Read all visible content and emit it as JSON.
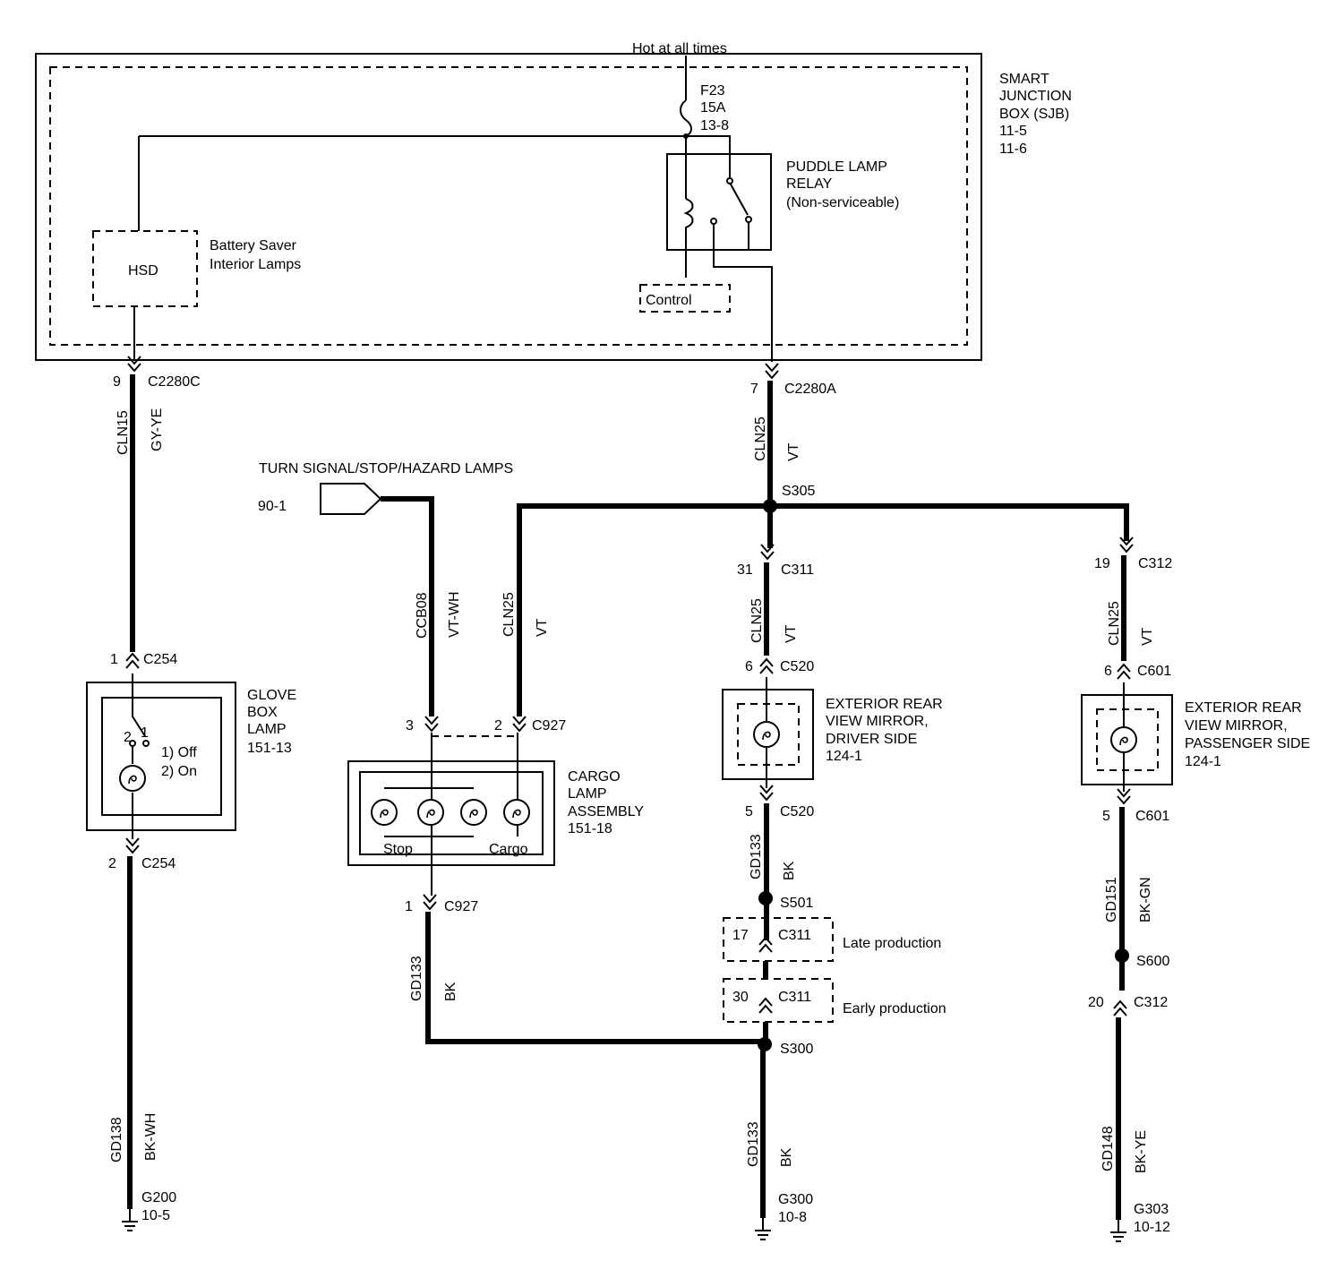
{
  "header": {
    "hot_label": "Hot at all times"
  },
  "sjb": {
    "title": [
      "SMART",
      "JUNCTION",
      "BOX (SJB)",
      "11-5",
      "11-6"
    ],
    "fuse": [
      "F23",
      "15A",
      "13-8"
    ],
    "relay": [
      "PUDDLE LAMP",
      "RELAY",
      "(Non-serviceable)"
    ],
    "control_label": "Control",
    "hsd_label": "HSD",
    "battery_saver": [
      "Battery Saver",
      "Interior Lamps"
    ]
  },
  "circuits": {
    "c2280c": {
      "pin": "9",
      "connector": "C2280C",
      "wire": "CLN15",
      "color": "GY-YE"
    },
    "c2280a": {
      "pin": "7",
      "connector": "C2280A",
      "wire": "CLN25",
      "color": "VT"
    },
    "s305": "S305",
    "turn_signal": {
      "label": "TURN SIGNAL/STOP/HAZARD LAMPS",
      "ref": "90-1",
      "wire": "CCB08",
      "color": "VT-WH"
    },
    "cargo_feed": {
      "wire": "CLN25",
      "color": "VT"
    },
    "c311_top": {
      "pin": "31",
      "connector": "C311",
      "wire": "CLN25",
      "color": "VT"
    },
    "c312_top": {
      "pin": "19",
      "connector": "C312",
      "wire": "CLN25",
      "color": "VT"
    },
    "c254_top": {
      "pin": "1",
      "connector": "C254"
    },
    "c254_bot": {
      "pin": "2",
      "connector": "C254"
    },
    "g200": {
      "wire": "GD138",
      "color": "BK-WH",
      "ground": "G200",
      "ref": "10-5"
    },
    "c927_3": {
      "pin": "3"
    },
    "c927_2": {
      "pin": "2",
      "connector": "C927"
    },
    "c927_1": {
      "pin": "1",
      "connector": "C927"
    },
    "cargo_ground": {
      "wire": "GD133",
      "color": "BK"
    },
    "c520_top": {
      "pin": "6",
      "connector": "C520"
    },
    "c520_bot": {
      "pin": "5",
      "connector": "C520"
    },
    "driver_ground_wire": {
      "wire": "GD133",
      "color": "BK"
    },
    "s501": "S501",
    "c311_late": {
      "pin": "17",
      "connector": "C311",
      "label": "Late production"
    },
    "c311_early": {
      "pin": "30",
      "connector": "C311",
      "label": "Early production"
    },
    "s300": "S300",
    "g300": {
      "wire": "GD133",
      "color": "BK",
      "ground": "G300",
      "ref": "10-8"
    },
    "c601_top": {
      "pin": "6",
      "connector": "C601"
    },
    "c601_bot": {
      "pin": "5",
      "connector": "C601"
    },
    "passenger_ground_wire": {
      "wire": "GD151",
      "color": "BK-GN"
    },
    "s600": "S600",
    "c312_bot": {
      "pin": "20",
      "connector": "C312"
    },
    "g303": {
      "wire": "GD148",
      "color": "BK-YE",
      "ground": "G303",
      "ref": "10-12"
    }
  },
  "components": {
    "glove_box": {
      "name": [
        "GLOVE",
        "BOX",
        "LAMP",
        "151-13"
      ],
      "switch_pos": [
        "2",
        "1"
      ],
      "states": [
        "1) Off",
        "2) On"
      ]
    },
    "cargo_lamp": {
      "name": [
        "CARGO",
        "LAMP",
        "ASSEMBLY",
        "151-18"
      ],
      "stop": "Stop",
      "cargo": "Cargo"
    },
    "mirror_driver": {
      "name": [
        "EXTERIOR REAR",
        "VIEW MIRROR,",
        "DRIVER SIDE",
        "124-1"
      ]
    },
    "mirror_passenger": {
      "name": [
        "EXTERIOR REAR",
        "VIEW MIRROR,",
        "PASSENGER SIDE",
        "124-1"
      ]
    }
  }
}
